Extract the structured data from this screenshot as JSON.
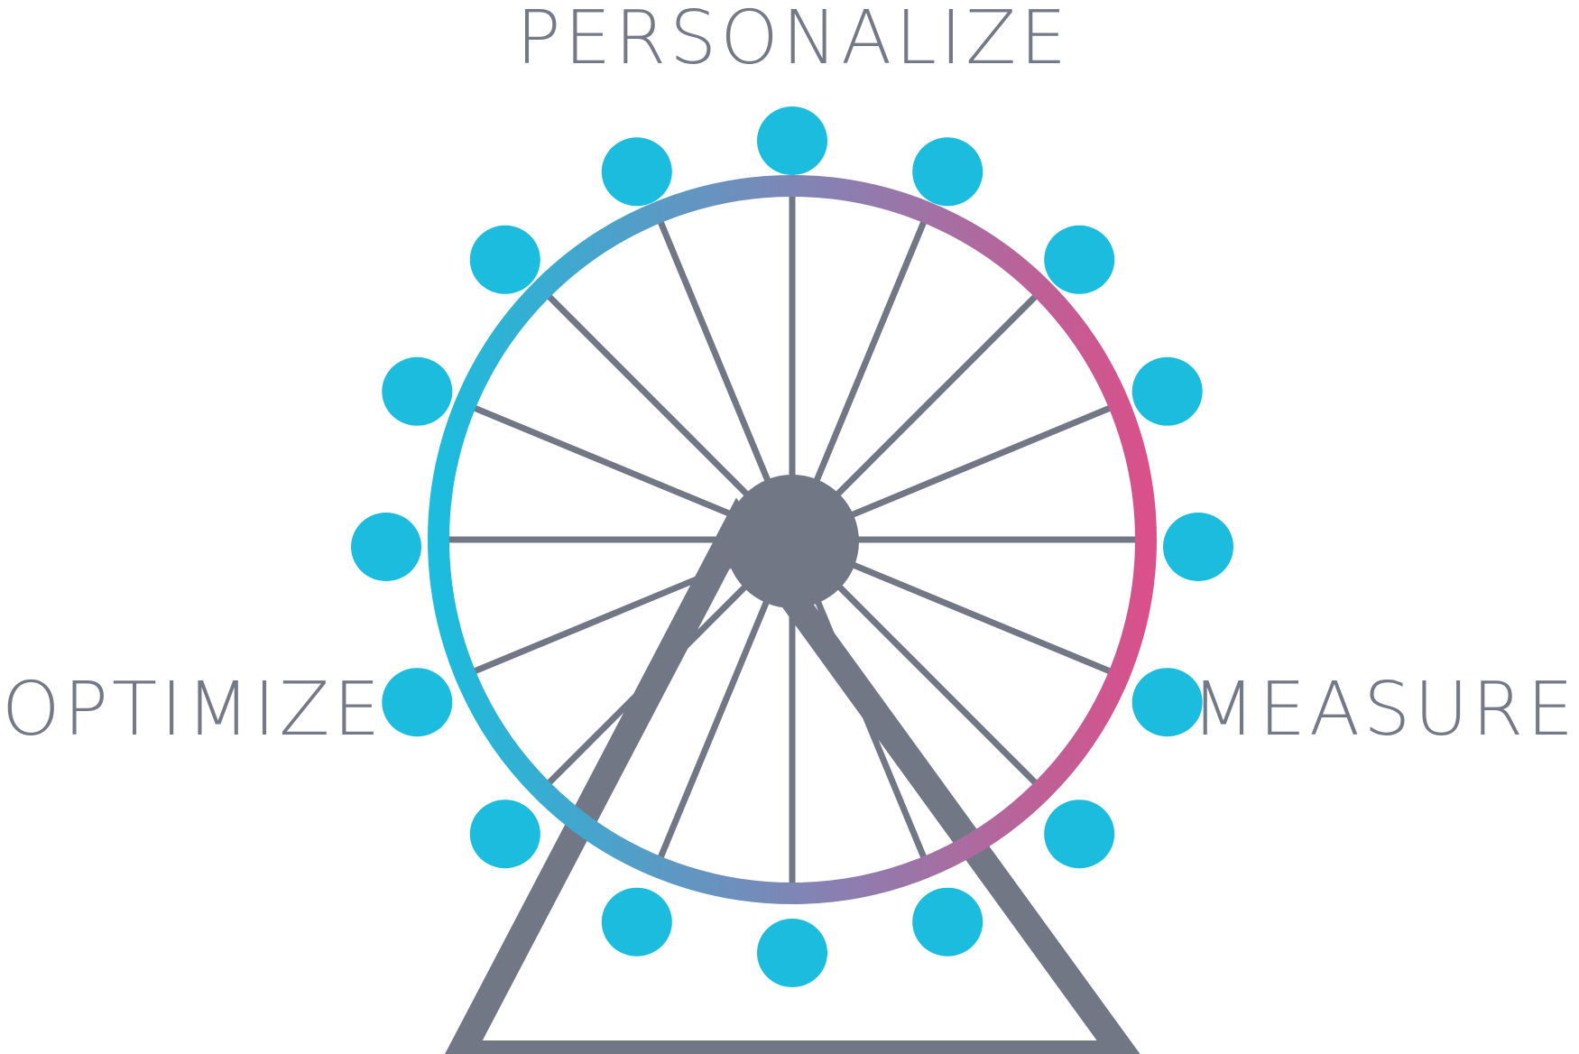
{
  "labels": {
    "top": "PERSONALIZE",
    "left": "OPTIMIZE",
    "right": "MEASURE"
  },
  "colors": {
    "text": "#737987",
    "frame": "#727785",
    "spoke": "#727785",
    "hub": "#727785",
    "gondola": "#1bbcdd",
    "rim_gradient_start": "#1bbcdd",
    "rim_gradient_mid": "#7e86b6",
    "rim_gradient_end": "#d9508a"
  },
  "wheel": {
    "spoke_count": 16,
    "gondola_count": 16
  }
}
